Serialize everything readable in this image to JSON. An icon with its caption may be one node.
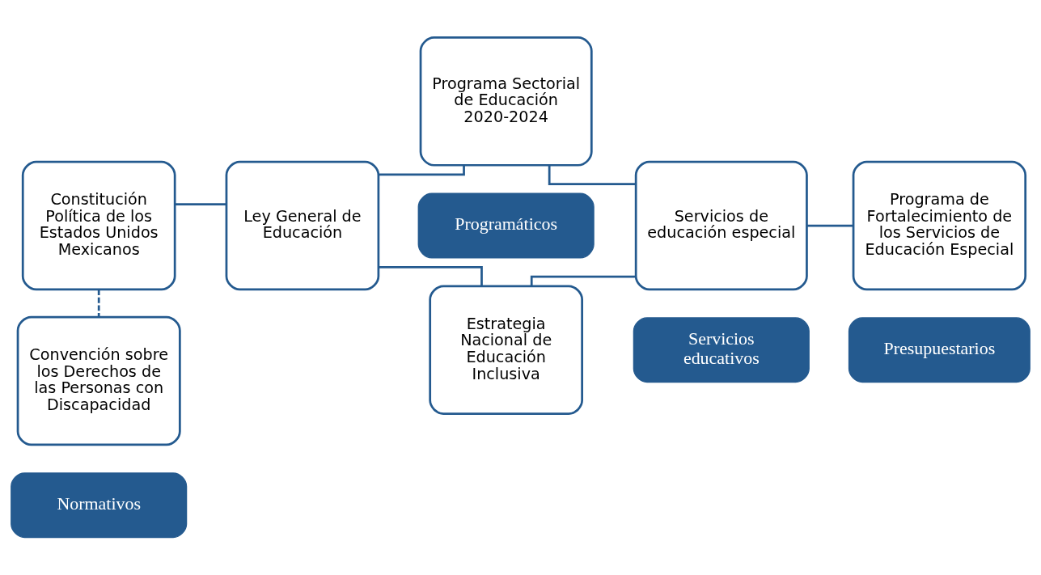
{
  "diagram": {
    "nodes": [
      {
        "text": [
          "Normativos"
        ]
      },
      {
        "text": [
          "Programáticos"
        ]
      },
      {
        "text": [
          "Servicios educativos"
        ]
      },
      {
        "text": [
          "Presupuestarios"
        ]
      },
      {
        "text": [
          "Constitución Política de los Estados Unidos Mexicanos"
        ]
      },
      {
        "text": [
          "Ley General de Educación"
        ]
      },
      {
        "text": [
          "Programa Sectorial de Educación 2020-2024"
        ]
      },
      {
        "text": [
          "Estrategia Nacional de Educación Inclusiva"
        ]
      },
      {
        "text": [
          "Servicios de educación especial"
        ]
      },
      {
        "text": [
          "Programa de Fortalecimiento de los Servicios de Educación Especial"
        ]
      },
      {
        "text": [
          "Convención sobre los Derechos de las Personas con Discapacidad"
        ]
      }
    ],
    "edges": [
      {
        "from": 4,
        "to": 5,
        "arrow": "none"
      },
      {
        "from": 4,
        "to": 10,
        "arrow": "none",
        "style": "dashed"
      },
      {
        "from": 5,
        "to": 6,
        "arrow": "none"
      },
      {
        "from": 5,
        "to": 7,
        "arrow": "none"
      },
      {
        "from": 6,
        "to": 8,
        "arrow": "none"
      },
      {
        "from": 7,
        "to": 8,
        "arrow": "none"
      },
      {
        "from": 8,
        "to": 9,
        "arrow": "none"
      }
    ]
  }
}
